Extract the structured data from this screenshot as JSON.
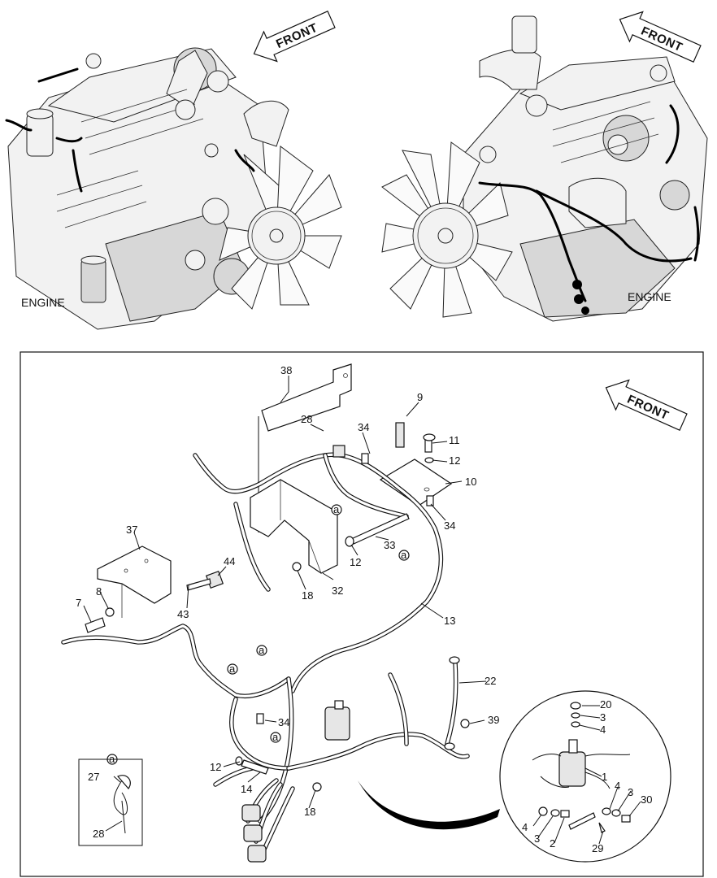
{
  "top_left": {
    "engine_label": "ENGINE",
    "front_label": "FRONT"
  },
  "top_right": {
    "engine_label": "ENGINE",
    "front_label": "FRONT"
  },
  "detail": {
    "front_label": "FRONT",
    "callouts": {
      "c1": "1",
      "c2": "2",
      "c3a": "3",
      "c3b": "3",
      "c3c": "3",
      "c4a": "4",
      "c4b": "4",
      "c4c": "4",
      "c7": "7",
      "c8": "8",
      "c9": "9",
      "c10": "10",
      "c11": "11",
      "c12a": "12",
      "c12b": "12",
      "c12c": "12",
      "c13": "13",
      "c14": "14",
      "c18a": "18",
      "c18b": "18",
      "c20": "20",
      "c22": "22",
      "c27": "27",
      "c28a": "28",
      "c28b": "28",
      "c29": "29",
      "c30": "30",
      "c32": "32",
      "c33": "33",
      "c34a": "34",
      "c34b": "34",
      "c34c": "34",
      "c37": "37",
      "c38": "38",
      "c39": "39",
      "c43": "43",
      "c44": "44"
    },
    "circle_marker": "a"
  }
}
